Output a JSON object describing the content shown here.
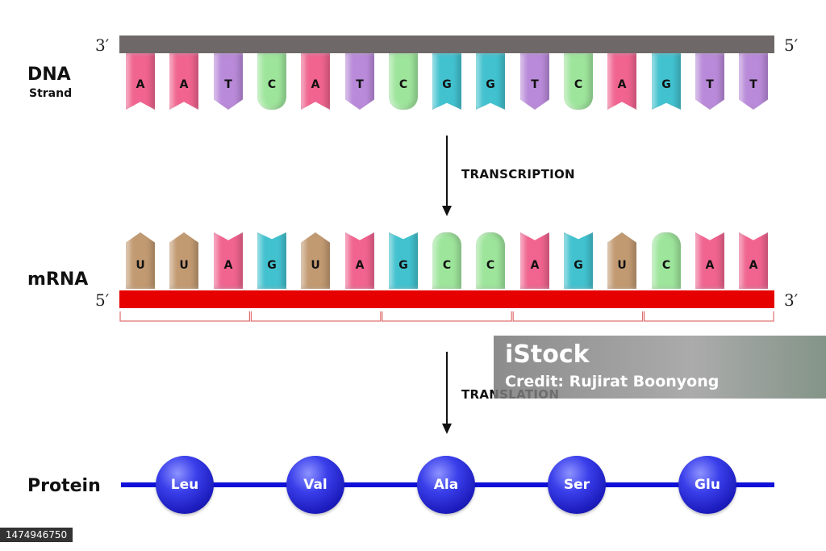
{
  "colors": {
    "A": "#f0648f",
    "T": "#b98ad9",
    "C": "#9ee59c",
    "G": "#42c2cf",
    "U": "#c29a72",
    "dna_backbone": "#6e6868",
    "mrna_backbone": "#e60000",
    "codon_bracket": "#e07070",
    "protein_chain": "#1010d8"
  },
  "dna": {
    "label": "DNA",
    "sublabel": "Strand",
    "left_end": "3′",
    "right_end": "5′",
    "bases": [
      "A",
      "A",
      "T",
      "C",
      "A",
      "T",
      "C",
      "G",
      "G",
      "T",
      "C",
      "A",
      "G",
      "T",
      "T"
    ]
  },
  "transcription": {
    "label": "TRANSCRIPTION"
  },
  "mrna": {
    "label": "mRNA",
    "left_end": "5′",
    "right_end": "3′",
    "bases": [
      "U",
      "U",
      "A",
      "G",
      "U",
      "A",
      "G",
      "C",
      "C",
      "A",
      "G",
      "U",
      "C",
      "A",
      "A"
    ]
  },
  "translation": {
    "label": "TRANSLATION"
  },
  "protein": {
    "label": "Protein",
    "amino_acids": [
      "Leu",
      "Val",
      "Ala",
      "Ser",
      "Glu"
    ]
  },
  "watermark": {
    "logo": "iStock",
    "credit": "Credit: Rujirat Boonyong"
  },
  "stock_id": "1474946750"
}
